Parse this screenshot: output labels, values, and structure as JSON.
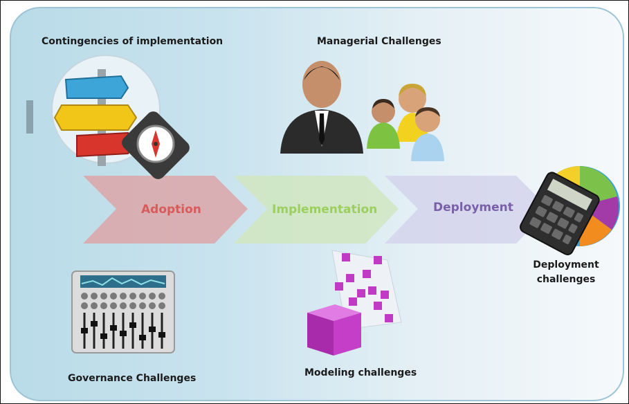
{
  "diagram": {
    "labels": {
      "contingencies": "Contingencies of implementation",
      "managerial": "Managerial Challenges",
      "deployment_challenges": "Deployment challenges",
      "governance": "Governance Challenges",
      "modeling": "Modeling challenges"
    },
    "stages": [
      {
        "label": "Adoption",
        "color": "#d95a5a"
      },
      {
        "label": "Implementation",
        "color": "#9ccf60"
      },
      {
        "label": "Deployment",
        "color": "#7a60a8"
      }
    ]
  }
}
